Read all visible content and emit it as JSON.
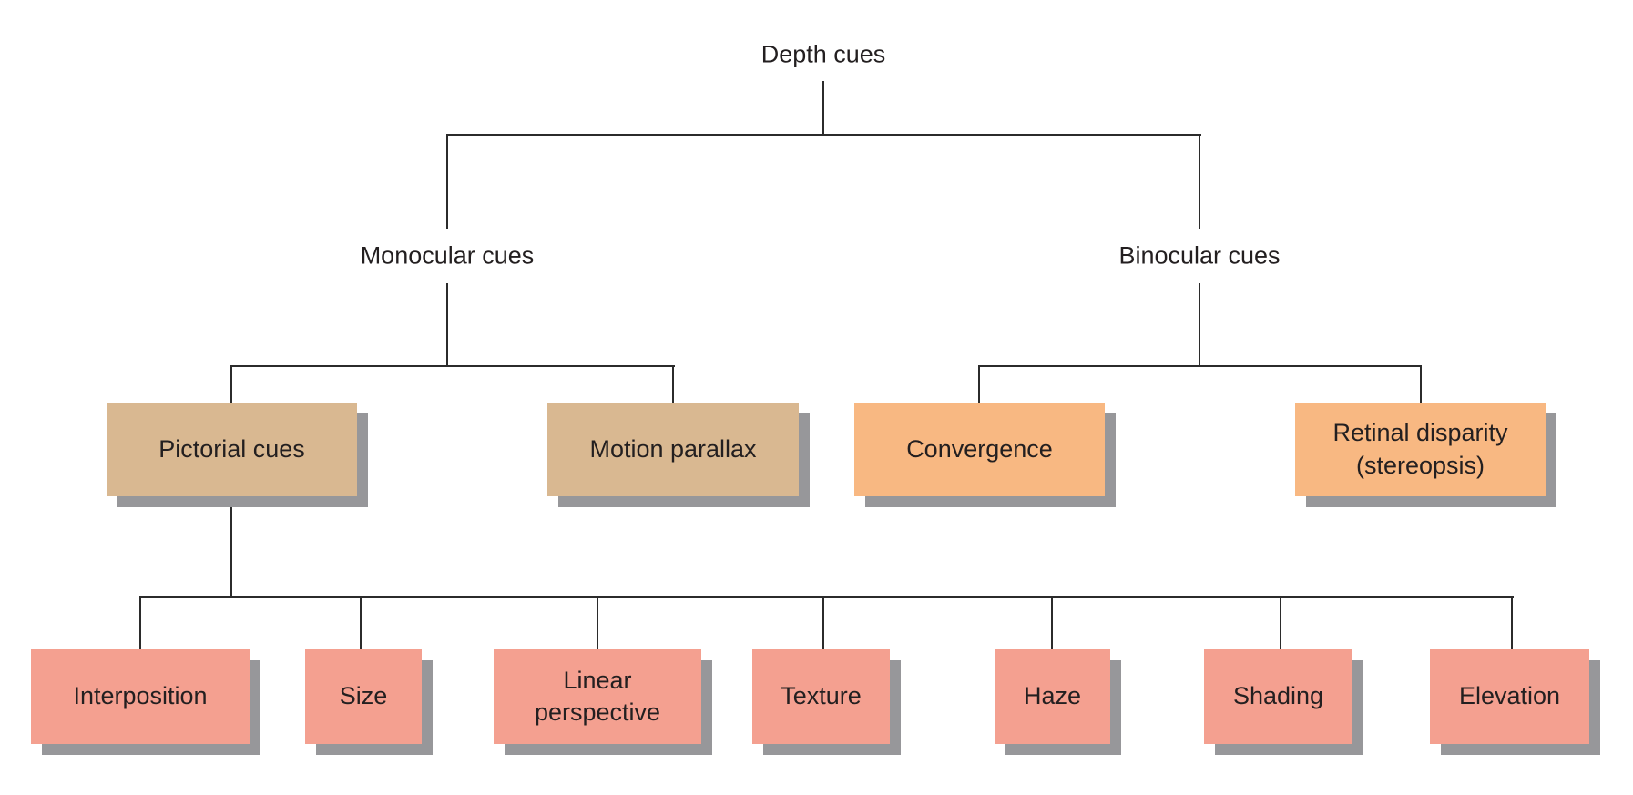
{
  "diagram": {
    "root": "Depth cues",
    "level1": {
      "monocular": "Monocular cues",
      "binocular": "Binocular cues"
    },
    "level2": {
      "pictorial": "Pictorial cues",
      "motion_parallax": "Motion parallax",
      "convergence": "Convergence",
      "retinal_disparity_line1": "Retinal disparity",
      "retinal_disparity_line2": "(stereopsis)"
    },
    "pictorial_children": [
      {
        "line1": "Interposition"
      },
      {
        "line1": "Size"
      },
      {
        "line1": "Linear",
        "line2": "perspective"
      },
      {
        "line1": "Texture"
      },
      {
        "line1": "Haze"
      },
      {
        "line1": "Shading"
      },
      {
        "line1": "Elevation"
      }
    ],
    "colors": {
      "monocular_box": "#d9b891",
      "binocular_box": "#f8b882",
      "pictorial_child_box": "#f4a090",
      "shadow": "#97979a",
      "connector": "#2b2b2b"
    }
  }
}
